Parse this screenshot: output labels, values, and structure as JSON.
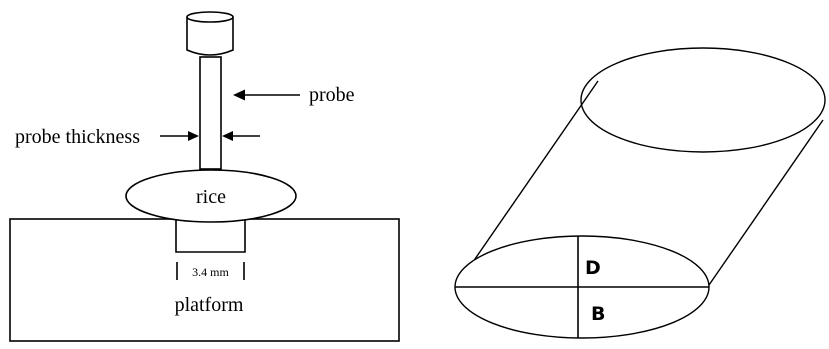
{
  "left_diagram": {
    "probe_label": "probe",
    "probe_thickness_label": "probe thickness",
    "rice_label": "rice",
    "dimension_label": "3.4 mm",
    "platform_label": "platform"
  },
  "right_diagram": {
    "d_label": "D",
    "b_label": "B"
  }
}
